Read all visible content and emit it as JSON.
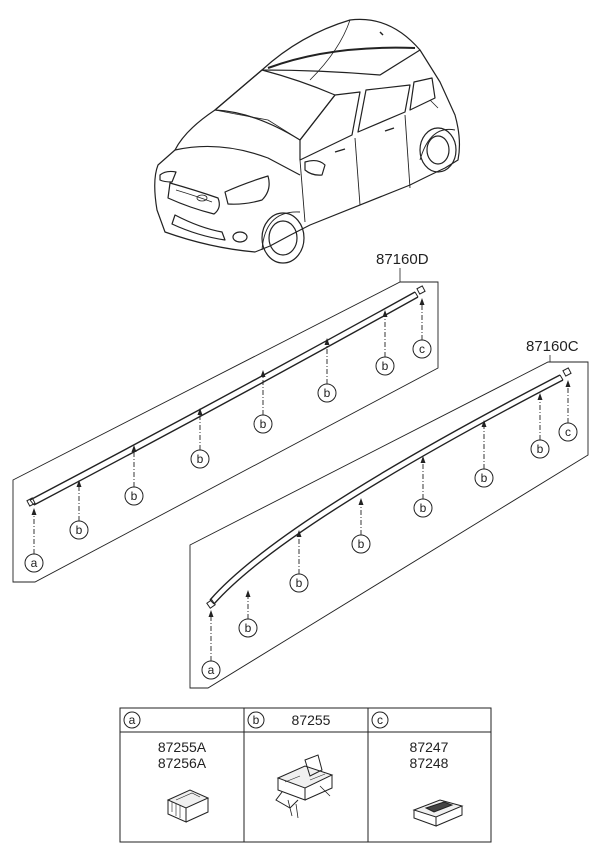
{
  "parts": {
    "upper": {
      "code": "87160D"
    },
    "lower": {
      "code": "87160C"
    }
  },
  "callouts": {
    "a": "a",
    "b": "b",
    "c": "c"
  },
  "legend": {
    "col_a": {
      "letter": "a",
      "header": "",
      "codes": [
        "87255A",
        "87256A"
      ]
    },
    "col_b": {
      "letter": "b",
      "header": "87255",
      "codes": []
    },
    "col_c": {
      "letter": "c",
      "header": "",
      "codes": [
        "87247",
        "87248"
      ]
    }
  }
}
